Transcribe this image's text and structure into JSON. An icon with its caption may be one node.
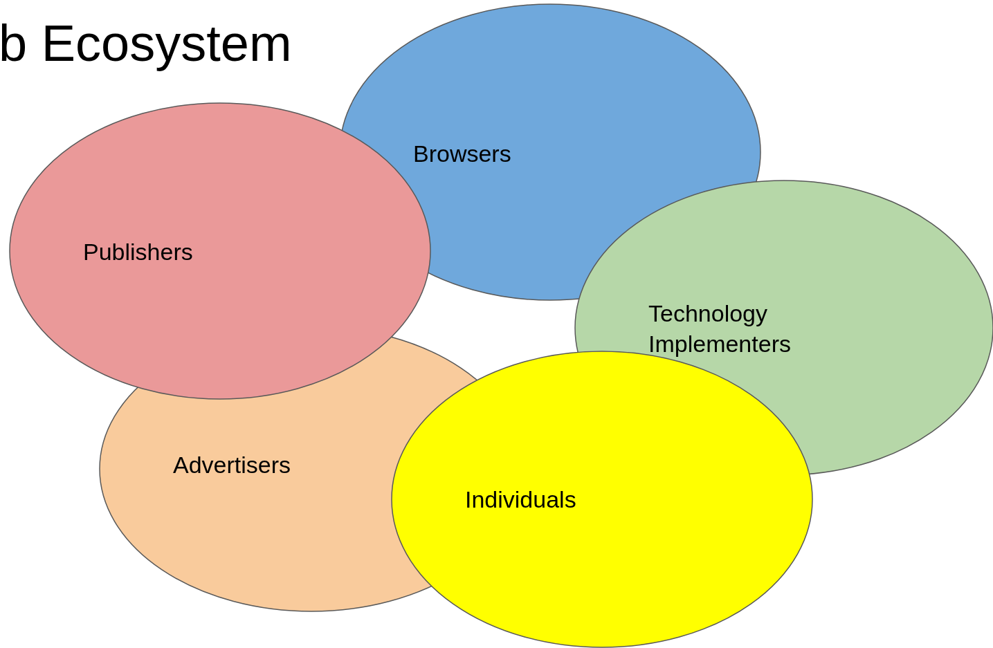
{
  "diagram": {
    "title": "b Ecosystem",
    "nodes": [
      {
        "text": [
          "Browsers"
        ]
      },
      {
        "text": [
          "Publishers"
        ]
      },
      {
        "text": [
          "Technology Implementers"
        ]
      },
      {
        "text": [
          "Advertisers"
        ]
      },
      {
        "text": [
          "Individuals"
        ]
      }
    ]
  }
}
